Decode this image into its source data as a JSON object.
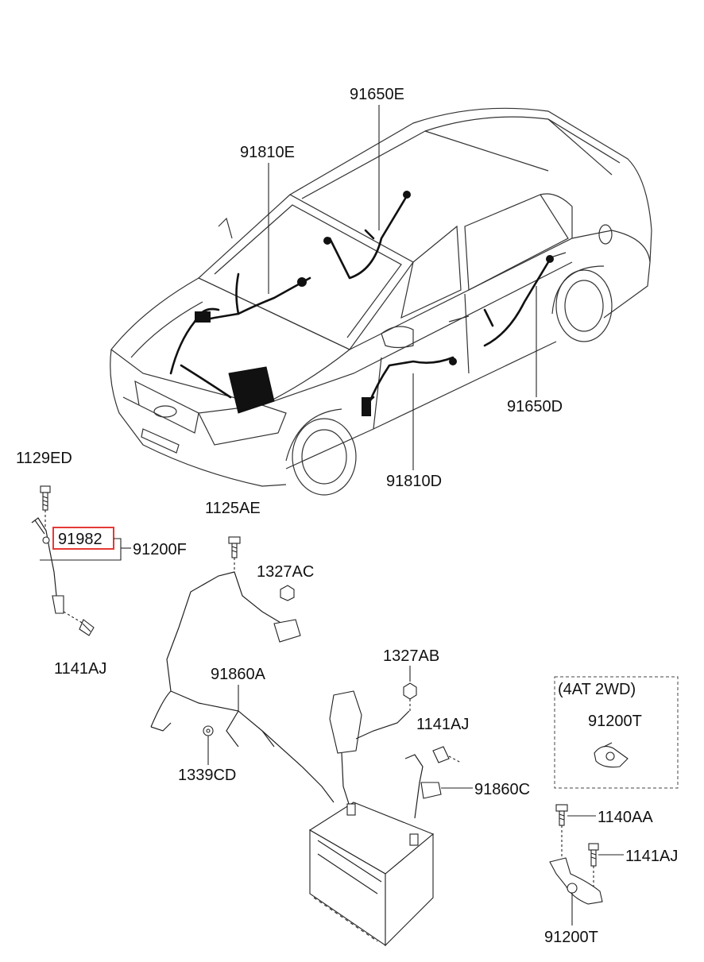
{
  "labels": {
    "p91650E": "91650E",
    "p91810E": "91810E",
    "p91650D": "91650D",
    "p91810D": "91810D",
    "p1129ED": "1129ED",
    "p91982": "91982",
    "p91200F": "91200F",
    "p1141AJ_left": "1141AJ",
    "p1125AE": "1125AE",
    "p1327AC": "1327AC",
    "p91860A": "91860A",
    "p1327AB": "1327AB",
    "p1141AJ_mid": "1141AJ",
    "p91860C": "91860C",
    "p1339CD": "1339CD",
    "inset_title": "(4AT 2WD)",
    "p91200T_inset": "91200T",
    "p1140AA": "1140AA",
    "p1141AJ_right": "1141AJ",
    "p91200T_bottom": "91200T"
  },
  "colors": {
    "highlight": "#e53935",
    "line": "#222222"
  }
}
